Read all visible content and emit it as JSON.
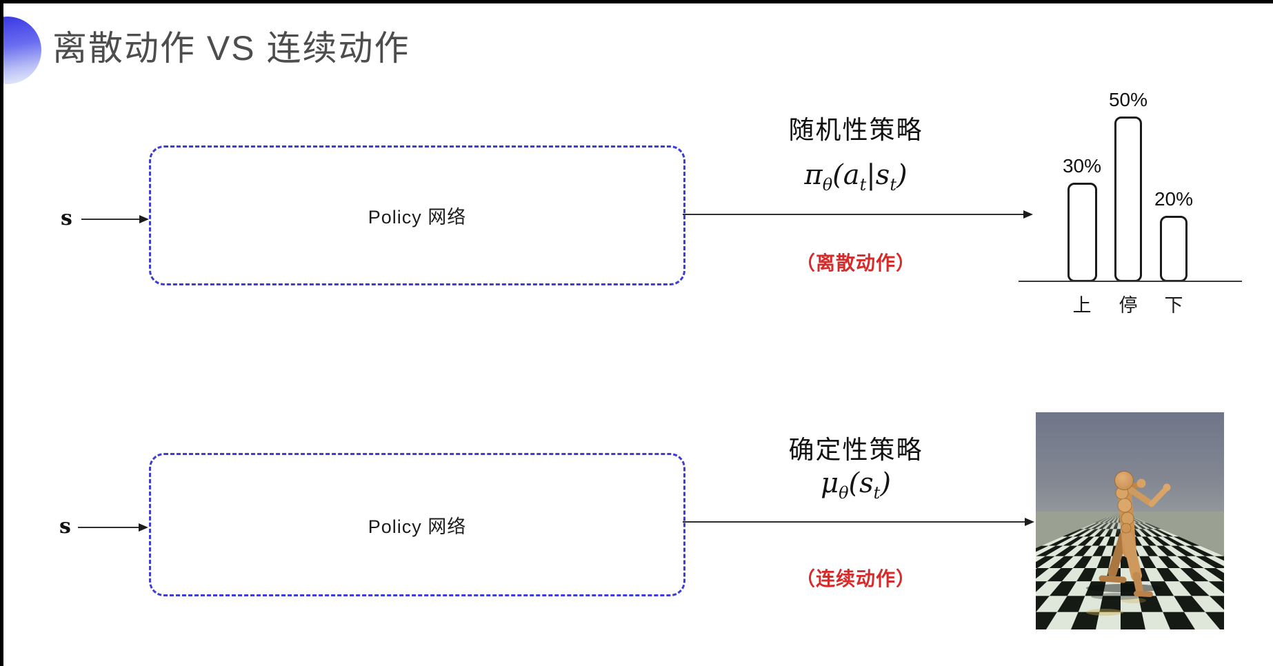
{
  "header": {
    "title": "离散动作 VS 连续动作"
  },
  "stochastic": {
    "input_label": "s",
    "box_label": "Policy 网络",
    "policy_title": "随机性策略",
    "formula": {
      "base": "π",
      "base_sub": "θ",
      "open": "(",
      "arg1": "a",
      "arg1_sub": "t",
      "separator": "|",
      "arg2": "s",
      "arg2_sub": "t",
      "close": ")"
    },
    "action_note": "（离散动作）"
  },
  "deterministic": {
    "input_label": "s",
    "box_label": "Policy 网络",
    "policy_title": "确定性策略",
    "formula": {
      "base": "μ",
      "base_sub": "θ",
      "open": "(",
      "arg1": "s",
      "arg1_sub": "t",
      "close": ")"
    },
    "action_note": "（连续动作）"
  },
  "chart_data": {
    "type": "bar",
    "categories": [
      "上",
      "停",
      "下"
    ],
    "values": [
      30,
      50,
      20
    ],
    "value_labels": [
      "30%",
      "50%",
      "20%"
    ],
    "title": "",
    "xlabel": "",
    "ylabel": "",
    "legend": false
  },
  "colors": {
    "box_border_blue": "#3c3cd9",
    "note_red": "#d62b2b",
    "title_gray": "#4d4d4d",
    "icon_blue": "#3e3ee4",
    "bar_outline": "#1a1a1a"
  }
}
